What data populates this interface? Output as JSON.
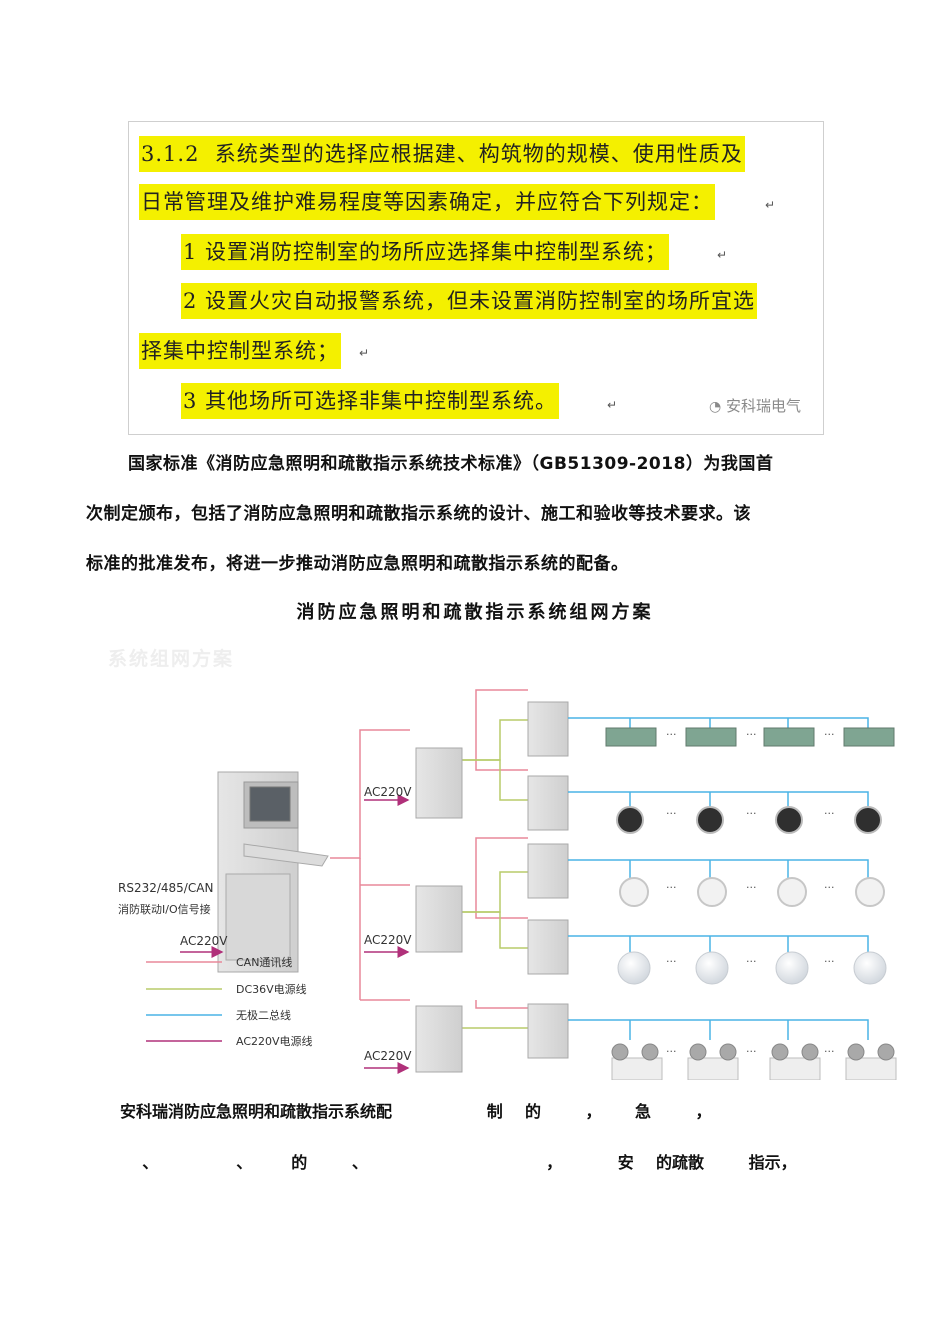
{
  "standard_excerpt": {
    "clause": "3.1.2",
    "line1": "系统类型的选择应根据建、构筑物的规模、使用性质及",
    "line2": "日常管理及维护难易程度等因素确定，并应符合下列规定：",
    "item1": "1  设置消防控制室的场所应选择集中控制型系统；",
    "item2a": "2  设置火灾自动报警系统，但未设置消防控制室的场所宜选",
    "item2b": "择集中控制型系统；",
    "item3": "3  其他场所可选择非集中控制型系统。",
    "return_mark": "↵",
    "watermark": "安科瑞电气"
  },
  "paragraph": {
    "line1": "国家标准《消防应急照明和疏散指示系统技术标准》（GB51309-2018）为我国首",
    "line2": "次制定颁布，包括了消防应急照明和疏散指示系统的设计、施工和验收等技术要求。该",
    "line3": "标准的批准发布，将进一步推动消防应急照明和疏散指示系统的配备。"
  },
  "section_caption": "消防应急照明和疏散指示系统组网方案",
  "ghost_heading": "系统组网方案",
  "diagram": {
    "signal_label_1": "RS232/485/CAN",
    "signal_label_2": "消防联动I/O信号接",
    "ac_labels": [
      "AC220V",
      "AC220V",
      "AC220V",
      "AC220V"
    ],
    "legend": [
      {
        "label": "CAN通讯线",
        "color": "#e8889a"
      },
      {
        "label": "DC36V电源线",
        "color": "#b8cc6a"
      },
      {
        "label": "无极二总线",
        "color": "#4ab4e6"
      },
      {
        "label": "AC220V电源线",
        "color": "#b0307a"
      }
    ],
    "ellipsis": "..."
  },
  "bottom": {
    "line1": "安科瑞消防应急照明和疏散指示系统配                 制    的        ，      急        ，",
    "line2": "    、              、       的        、                                ，          安    的疏散        指示，"
  }
}
